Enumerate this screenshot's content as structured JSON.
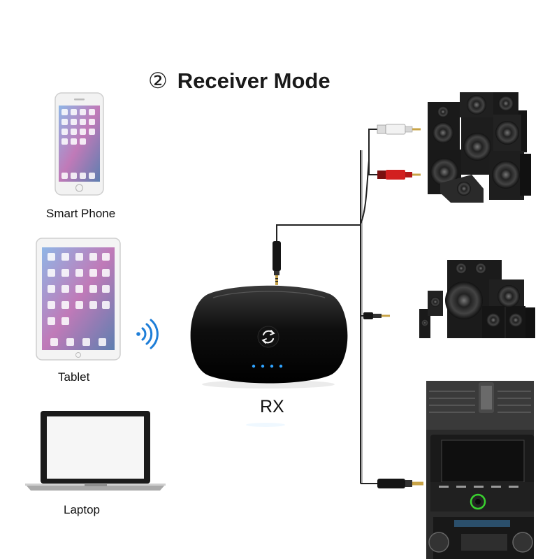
{
  "title": {
    "number": "②",
    "text": "Receiver Mode"
  },
  "sources": [
    {
      "label": "Smart Phone"
    },
    {
      "label": "Tablet"
    },
    {
      "label": "Laptop"
    }
  ],
  "receiver": {
    "label": "RX"
  },
  "colors": {
    "cable": "#222222",
    "device": "#0d0d0d",
    "led": "#2fa3ff",
    "wireless": "#1e7ed8",
    "rca_red": "#d21f1f"
  },
  "icons": [
    "wireless-signal-icon",
    "sync-icon"
  ]
}
